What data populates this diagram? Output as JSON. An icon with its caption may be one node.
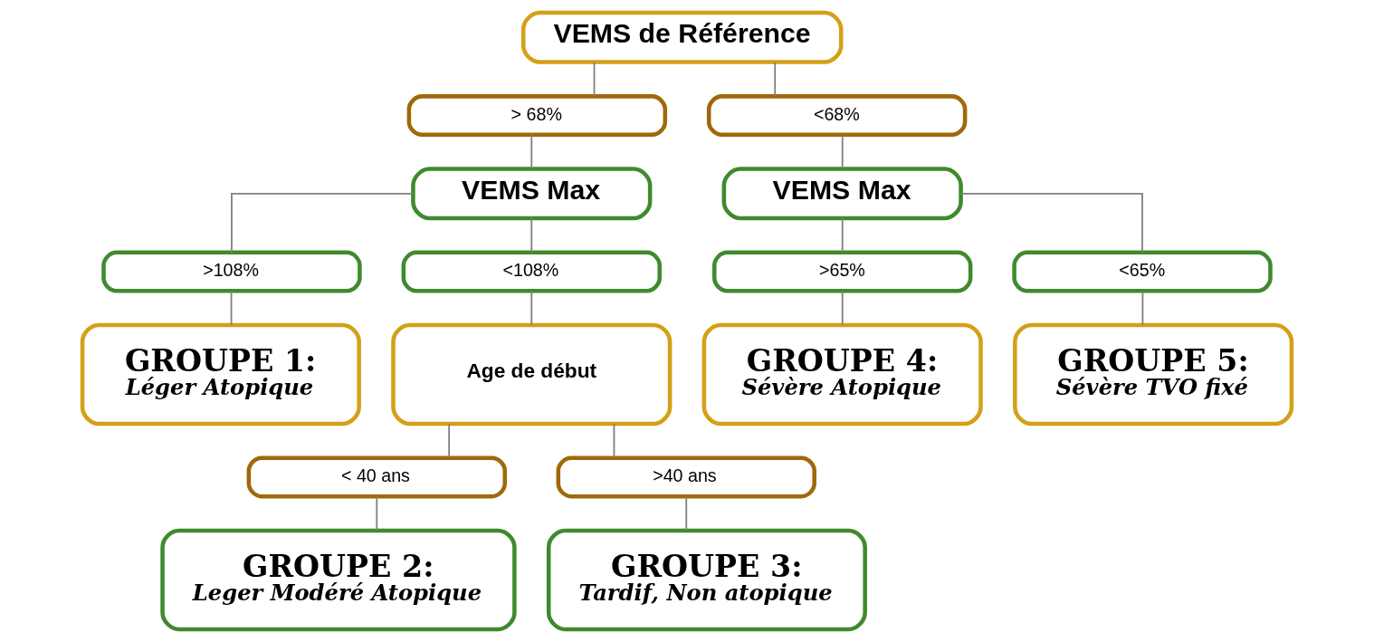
{
  "diagram": {
    "nodes": [
      {
        "text": [
          "VEMS de Référence"
        ]
      },
      {
        "text": [
          "> 68%"
        ]
      },
      {
        "text": [
          "<68%"
        ]
      },
      {
        "text": [
          "VEMS Max"
        ]
      },
      {
        "text": [
          "VEMS Max"
        ]
      },
      {
        "text": [
          ">108%"
        ]
      },
      {
        "text": [
          "<108%"
        ]
      },
      {
        "text": [
          ">65%"
        ]
      },
      {
        "text": [
          "<65%"
        ]
      },
      {
        "text": [
          "GROUPE 1:",
          "Léger Atopique"
        ]
      },
      {
        "text": [
          "Age de début"
        ]
      },
      {
        "text": [
          "GROUPE 4:",
          "Sévère Atopique"
        ]
      },
      {
        "text": [
          "GROUPE 5:",
          "Sévère TVO fixé"
        ]
      },
      {
        "text": [
          "< 40 ans"
        ]
      },
      {
        "text": [
          ">40 ans"
        ]
      },
      {
        "text": [
          "GROUPE 2:",
          "Leger Modéré Atopique"
        ]
      },
      {
        "text": [
          "GROUPE 3:",
          "Tardif, Non atopique"
        ]
      }
    ],
    "edges": [
      {
        "from": 0,
        "to": 1,
        "arrow": "none"
      },
      {
        "from": 0,
        "to": 2,
        "arrow": "none"
      },
      {
        "from": 1,
        "to": 3,
        "arrow": "none"
      },
      {
        "from": 2,
        "to": 4,
        "arrow": "none"
      },
      {
        "from": 3,
        "to": 5,
        "arrow": "none"
      },
      {
        "from": 3,
        "to": 6,
        "arrow": "none"
      },
      {
        "from": 4,
        "to": 7,
        "arrow": "none"
      },
      {
        "from": 4,
        "to": 8,
        "arrow": "none"
      },
      {
        "from": 5,
        "to": 9,
        "arrow": "none"
      },
      {
        "from": 6,
        "to": 10,
        "arrow": "none"
      },
      {
        "from": 7,
        "to": 11,
        "arrow": "none"
      },
      {
        "from": 8,
        "to": 12,
        "arrow": "none"
      },
      {
        "from": 10,
        "to": 13,
        "arrow": "none"
      },
      {
        "from": 10,
        "to": 14,
        "arrow": "none"
      },
      {
        "from": 13,
        "to": 15,
        "arrow": "none"
      },
      {
        "from": 14,
        "to": 16,
        "arrow": "none"
      }
    ]
  }
}
